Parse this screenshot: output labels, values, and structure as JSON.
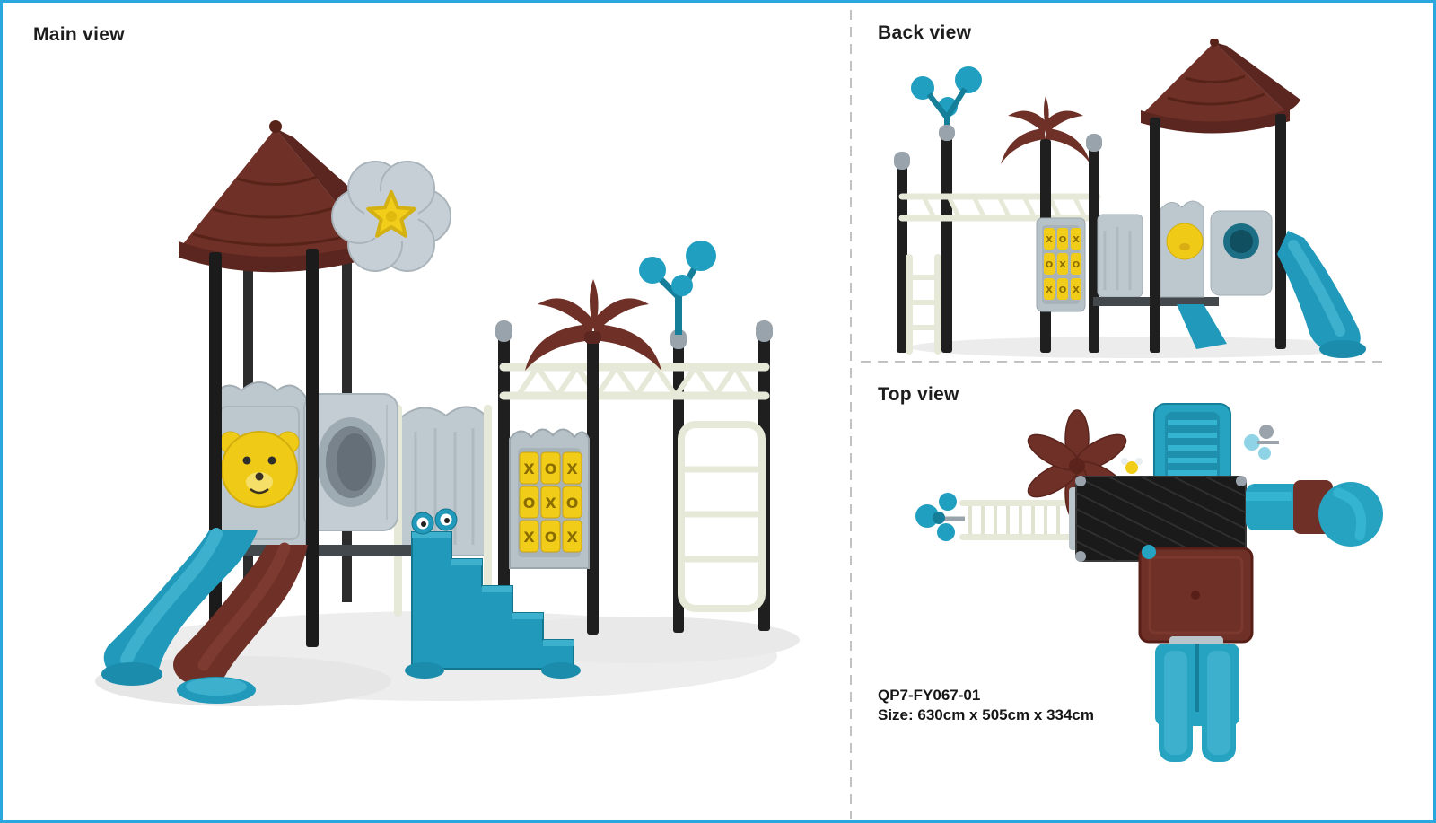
{
  "frame": {
    "border_color": "#2ba7df",
    "divider_color": "#c2c2c2",
    "background": "#ffffff"
  },
  "panels": {
    "main": {
      "label": "Main view"
    },
    "back": {
      "label": "Back view"
    },
    "top": {
      "label": "Top view"
    }
  },
  "product": {
    "code": "QP7-FY067-01",
    "size": "Size: 630cm x 505cm x 334cm"
  },
  "playground": {
    "xox_cells": [
      "X",
      "O",
      "X",
      "O",
      "X",
      "O",
      "X",
      "O",
      "X"
    ],
    "colors": {
      "roof_brown": "#6e3027",
      "slide_teal": "#2199ba",
      "panel_gray": "#bcc7ce",
      "accent_yellow": "#efca16",
      "post_black": "#1f1f1f",
      "rail_cream": "#e6e9d8"
    }
  }
}
